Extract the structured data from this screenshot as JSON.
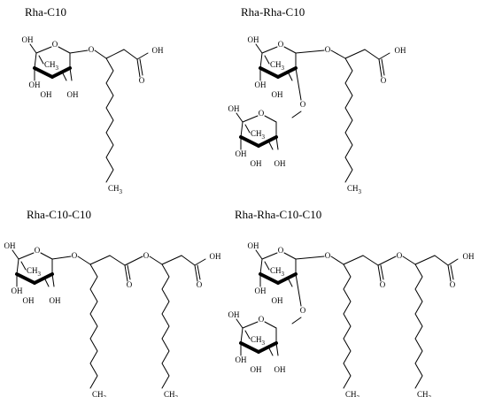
{
  "molecules": [
    {
      "title": "Rha-C10"
    },
    {
      "title": "Rha-Rha-C10"
    },
    {
      "title": "Rha-C10-C10"
    },
    {
      "title": "Rha-Rha-C10-C10"
    }
  ],
  "labels": {
    "ring_oxygen": "O",
    "glycosidic_oxygen": "O",
    "hydroxyl": "OH",
    "methyl": "CH3",
    "carbonyl": "O",
    "acid_oh": "OH",
    "terminal_methyl": "CH3"
  }
}
